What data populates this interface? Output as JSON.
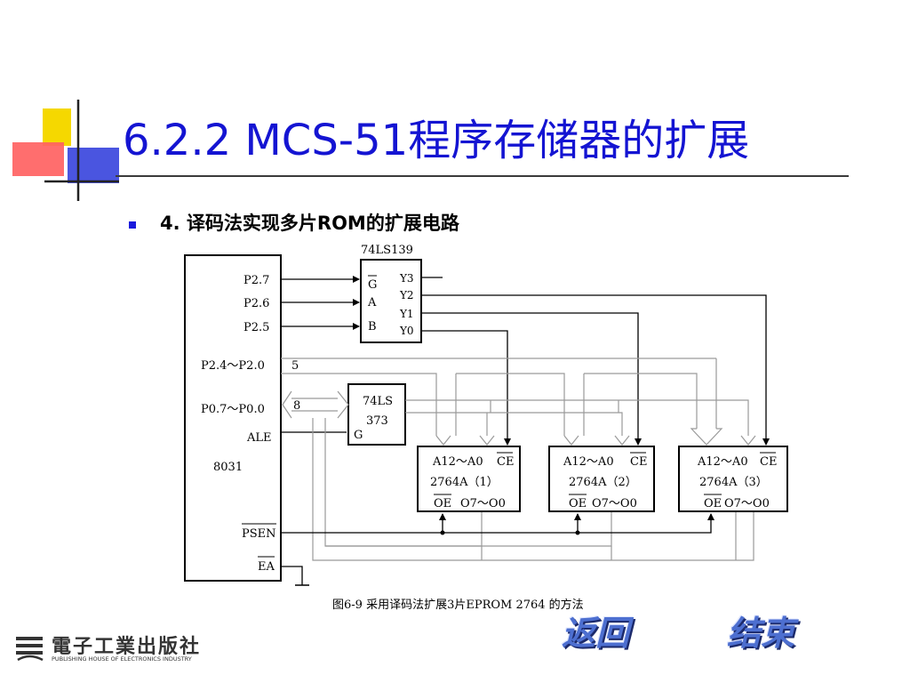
{
  "slide": {
    "title": "6.2.2  MCS-51程序存储器的扩展",
    "bullet": "4. 译码法实现多片ROM的扩展电路",
    "caption": "图6-9 采用译码法扩展3片EPROM 2764 的方法"
  },
  "circuit": {
    "cpu": {
      "name": "8031",
      "pins": [
        "P2.7",
        "P2.6",
        "P2.5",
        "P2.4～P2.0",
        "P0.7～P0.0",
        "ALE",
        "PSEN",
        "EA"
      ]
    },
    "decoder": {
      "name": "74LS139",
      "inputs": [
        "G",
        "A",
        "B"
      ],
      "outputs": [
        "Y3",
        "Y2",
        "Y1",
        "Y0"
      ]
    },
    "latch": {
      "name_line1": "74LS",
      "name_line2": "373",
      "gate": "G"
    },
    "bus_widths": {
      "p2_bus": "5",
      "p0_bus": "8"
    },
    "eproms": [
      {
        "addr": "A12～A0",
        "ce": "CE",
        "name": "2764A（1）",
        "oe": "OE",
        "data": "O7～O0"
      },
      {
        "addr": "A12～A0",
        "ce": "CE",
        "name": "2764A（2）",
        "oe": "OE",
        "data": "O7～O0"
      },
      {
        "addr": "A12～A0",
        "ce": "CE",
        "name": "2764A（3）",
        "oe": "OE",
        "data": "O7～O0"
      }
    ]
  },
  "nav": {
    "back": "返回",
    "end": "结束"
  },
  "publisher": {
    "name_cn": "電子工業出版社",
    "name_en": "PUBLISHING HOUSE OF ELECTRONICS INDUSTRY"
  },
  "colors": {
    "title": "#1414d2",
    "nav": "#4d6fd0",
    "bullet": "#1a1adc"
  }
}
